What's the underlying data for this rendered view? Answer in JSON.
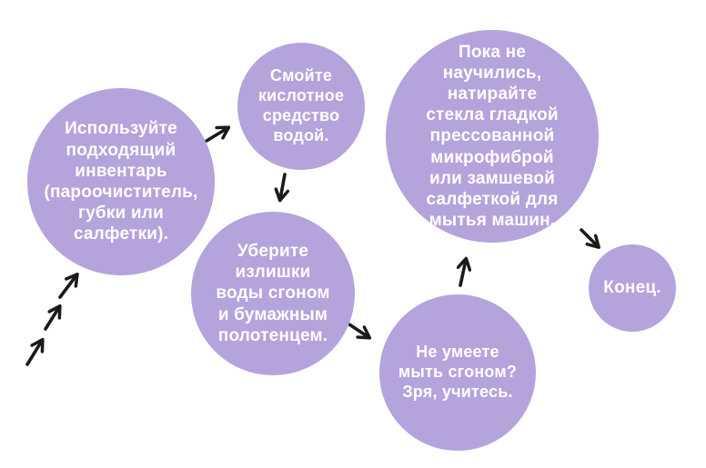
{
  "colors": {
    "background": "#ffffff",
    "bubble": "#b5a3dc",
    "text": "#ffffff",
    "arrow": "#1a1a1a"
  },
  "steps": [
    {
      "name": "use-proper-tools",
      "text": "Используйте\nподходящий\nинвентарь\n(пароочиститель,\nгубки или\nсалфетки)."
    },
    {
      "name": "rinse-acid-with-water",
      "text": "Смойте\nкислотное\nсредство\nводой."
    },
    {
      "name": "remove-excess-water",
      "text": "Уберите\nизлишки\nводы сгоном\nи бумажным\nполотенцем."
    },
    {
      "name": "cant-use-squeegee",
      "text": "Не умеете\nмыть сгоном?\nЗря, учитесь."
    },
    {
      "name": "polish-with-microfiber",
      "text": "Пока не\nнаучились,\nнатирайте\nстекла гладкой\nпрессованной\nмикрофиброй\nили замшевой\nсалфеткой для\nмытья машин."
    },
    {
      "name": "end",
      "text": "Конец."
    }
  ]
}
